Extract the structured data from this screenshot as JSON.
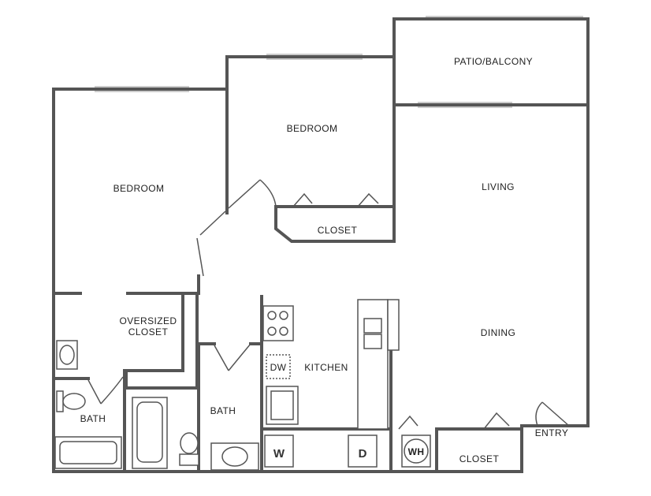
{
  "rooms": {
    "patio": "PATIO/BALCONY",
    "bedroom_1": "BEDROOM",
    "bedroom_2": "BEDROOM",
    "living": "LIVING",
    "closet_bedroom": "CLOSET",
    "oversized_closet_line1": "OVERSIZED",
    "oversized_closet_line2": "CLOSET",
    "kitchen": "KITCHEN",
    "dining": "DINING",
    "bath_1": "BATH",
    "bath_2": "BATH",
    "closet_entry": "CLOSET",
    "entry": "ENTRY"
  },
  "appliances": {
    "dishwasher": "DW",
    "washer": "W",
    "dryer": "D",
    "water_heater": "WH"
  },
  "colors": {
    "wall": "#555555",
    "text": "#222222",
    "background": "#ffffff"
  }
}
